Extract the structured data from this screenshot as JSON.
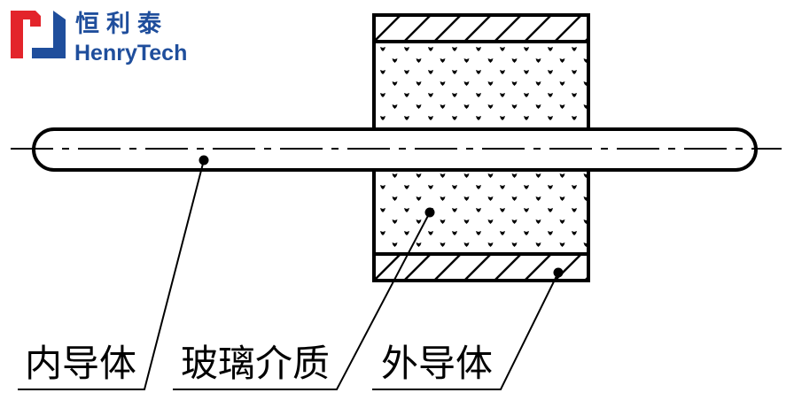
{
  "logo": {
    "chinese_name": "恒利泰",
    "english_name": "HenryTech",
    "colors": {
      "red": "#e3242b",
      "blue": "#1f4e9c"
    }
  },
  "labels": {
    "inner_conductor": "内导体",
    "glass_dielectric": "玻璃介质",
    "outer_conductor": "外导体"
  }
}
